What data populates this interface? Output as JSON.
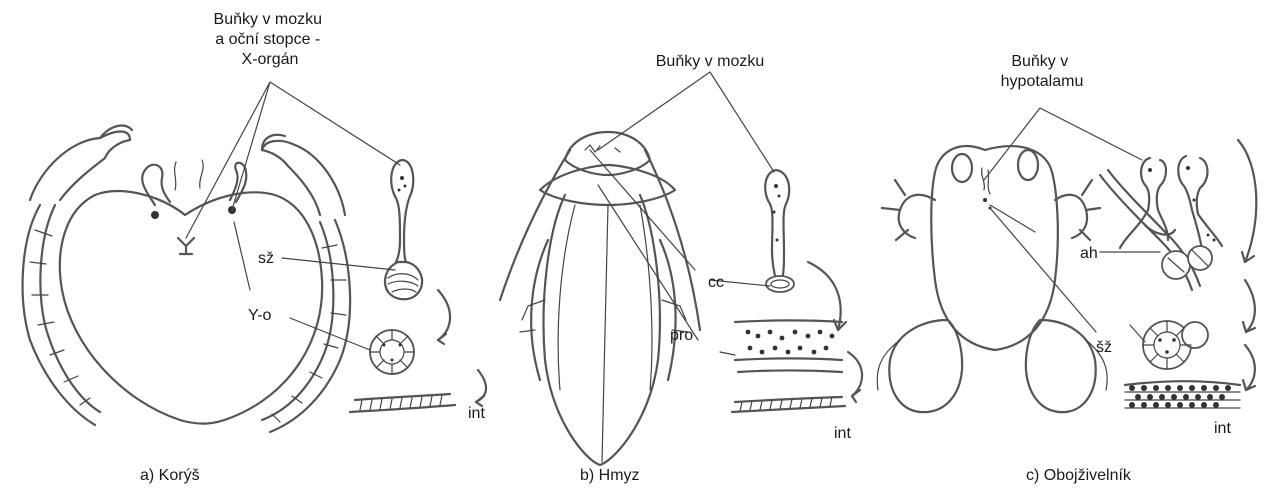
{
  "labels": {
    "crab_brain_cells": [
      "Buňky v mozku",
      "a oční stopce -",
      "X-orgán"
    ],
    "crab_sz": "sž",
    "crab_yo": "Y-o",
    "crab_int": "int",
    "insect_brain_cells": "Buňky v mozku",
    "insect_cc": "cc",
    "insect_pro": "pro",
    "insect_int": "int",
    "frog_hypothalamus_cells": [
      "Buňky v",
      "hypotalamu"
    ],
    "frog_ah": "ah",
    "frog_sz": "šž",
    "frog_int": "int"
  },
  "captions": {
    "a": "a) Korýš",
    "b": "b) Hmyz",
    "c": "c) Obojživelník"
  },
  "colors": {
    "ink": "#555555",
    "text": "#1a1a1a",
    "background": "#ffffff"
  }
}
